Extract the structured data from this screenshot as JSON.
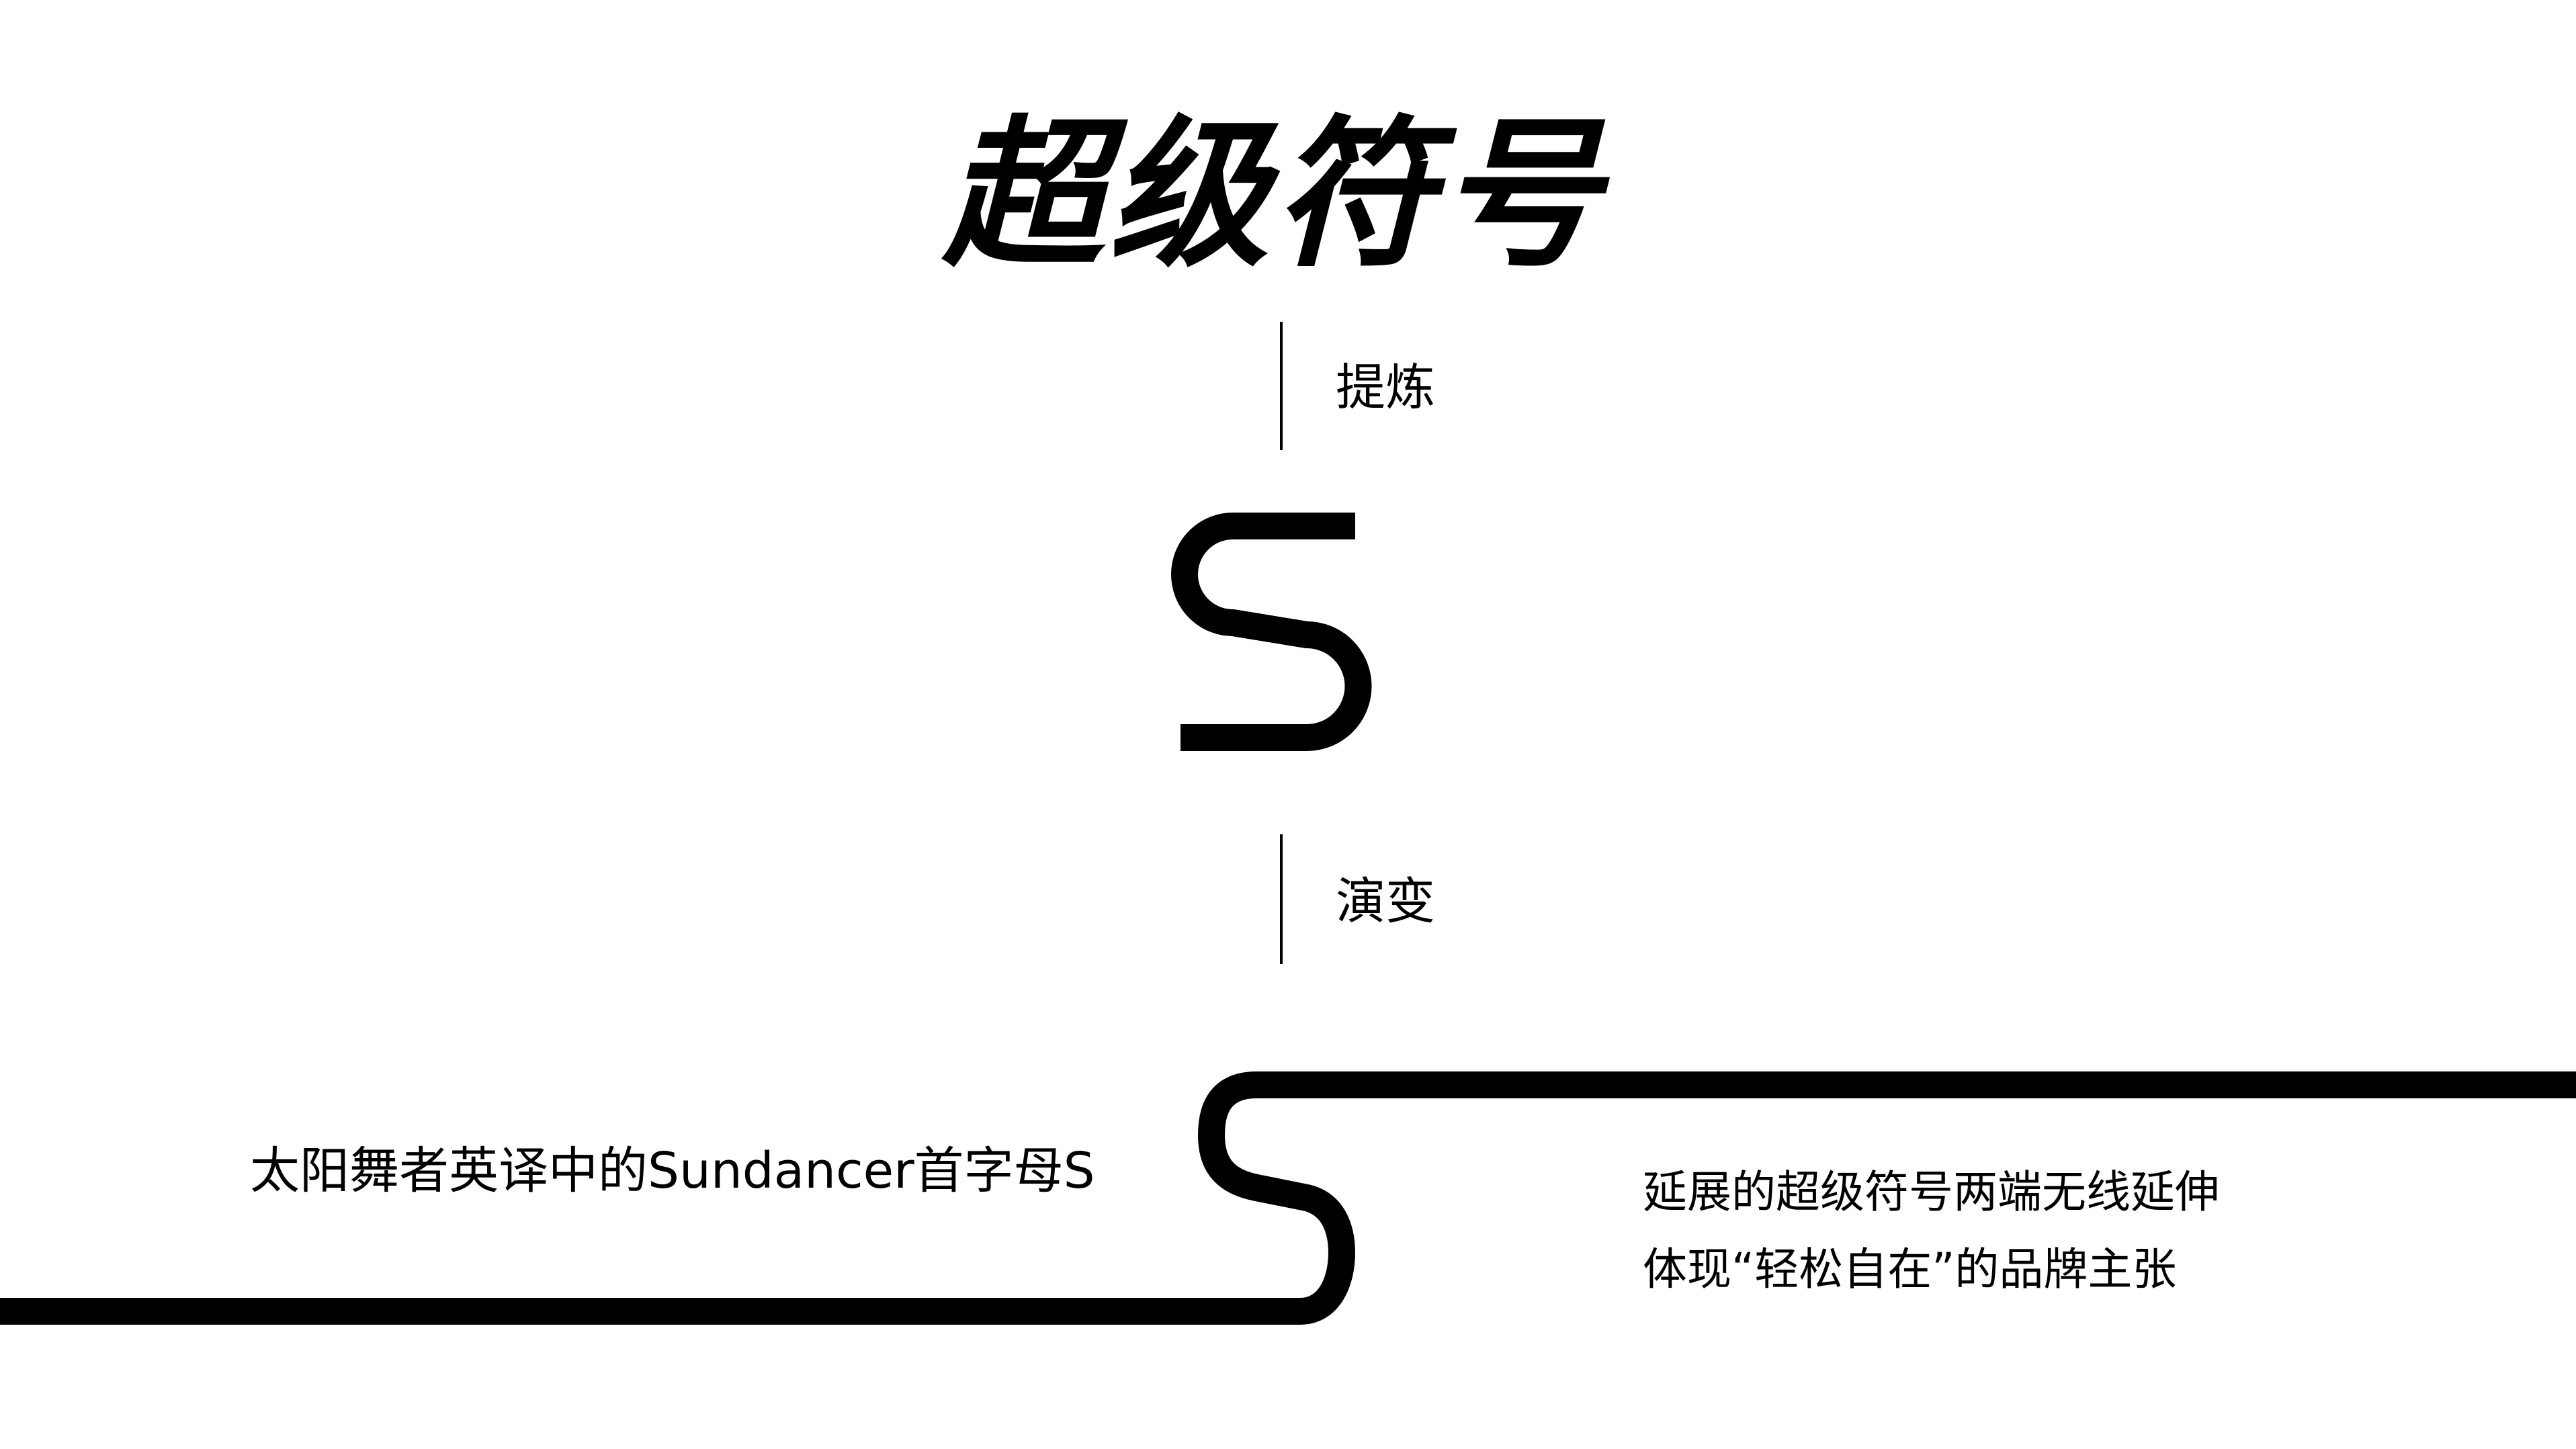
{
  "title": "超级符号",
  "labels": {
    "refine": "提炼",
    "evolve": "演变"
  },
  "description_left": "太阳舞者英译中的Sundancer首字母S",
  "description_right": [
    "延展的超级符号两端无线延伸",
    "体现“轻松自在”的品牌主张"
  ],
  "colors": {
    "foreground": "#000000",
    "background": "#ffffff"
  }
}
